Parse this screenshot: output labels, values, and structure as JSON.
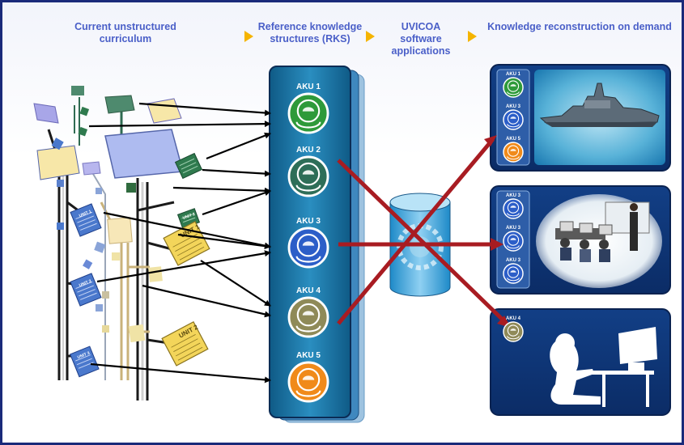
{
  "headers": [
    "Current unstructured curriculum",
    "Reference knowledge structures (RKS)",
    "UVICOA software applications",
    "Knowledge reconstruction on demand"
  ],
  "tree_labels": [
    "UNIT 1",
    "UNIT 2",
    "UNIT 1",
    "UNIT 2",
    "UNIT 3",
    "UNIT 2"
  ],
  "rks_units": [
    {
      "label": "AKU 1",
      "color": "#2e9a3a"
    },
    {
      "label": "AKU 2",
      "color": "#2e6e58"
    },
    {
      "label": "AKU 3",
      "color": "#2c5ec8"
    },
    {
      "label": "AKU 4",
      "color": "#8f8a58"
    },
    {
      "label": "AKU 5",
      "color": "#f08a1a"
    }
  ],
  "panels": [
    {
      "name": "ship",
      "units": [
        {
          "label": "AKU 1",
          "color": "#2e9a3a"
        },
        {
          "label": "AKU 3",
          "color": "#2c5ec8"
        },
        {
          "label": "AKU 5",
          "color": "#f08a1a"
        }
      ]
    },
    {
      "name": "classroom",
      "units": [
        {
          "label": "AKU 3",
          "color": "#2c5ec8"
        },
        {
          "label": "AKU 3",
          "color": "#2c5ec8"
        },
        {
          "label": "AKU 3",
          "color": "#2c5ec8"
        }
      ]
    },
    {
      "name": "learner",
      "units": [
        {
          "label": "AKU 4",
          "color": "#8f8a58"
        }
      ]
    }
  ]
}
